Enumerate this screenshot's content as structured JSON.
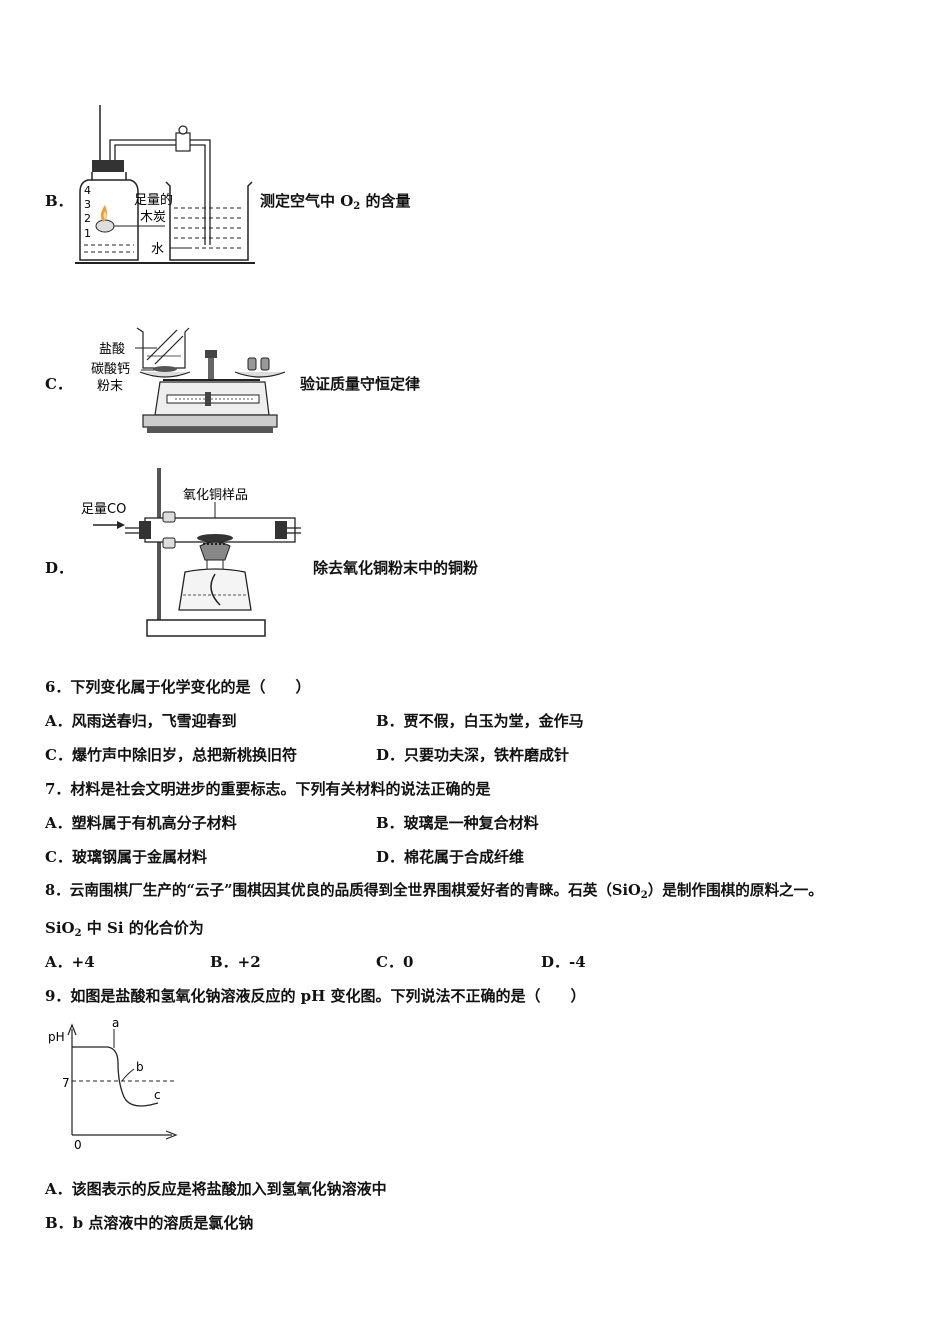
{
  "figures": {
    "B": {
      "label": "B．",
      "caption_pre": "测定空气中 O",
      "caption_sub": "2",
      "caption_post": " 的含量",
      "marks": [
        "4",
        "3",
        "2",
        "1"
      ],
      "text_charcoal_1": "足量的",
      "text_charcoal_2": "木炭",
      "text_water": "水"
    },
    "C": {
      "label": "C．",
      "caption": "验证质量守恒定律",
      "text_acid": "盐酸",
      "text_caco3_1": "碳酸钙",
      "text_caco3_2": "粉末"
    },
    "D": {
      "label": "D．",
      "caption": "除去氧化铜粉末中的铜粉",
      "text_co": "足量CO",
      "text_sample": "氧化铜样品"
    }
  },
  "questions": [
    {
      "stem": "6．下列变化属于化学变化的是（　　）",
      "options": [
        "A．风雨送春归，飞雪迎春到",
        "B．贾不假，白玉为堂，金作马",
        "C．爆竹声中除旧岁，总把新桃换旧符",
        "D．只要功夫深，铁杵磨成针"
      ]
    },
    {
      "stem": "7．材料是社会文明进步的重要标志。下列有关材料的说法正确的是",
      "options": [
        "A．塑料属于有机高分子材料",
        "B．玻璃是一种复合材料",
        "C．玻璃钢属于金属材料",
        "D．棉花属于合成纤维"
      ]
    },
    {
      "stem_pre": "8．云南围棋厂生产的“云子”围棋因其优良的品质得到全世界围棋爱好者的青睐。石英（SiO",
      "stem_sub": "2",
      "stem_post": "）是制作围棋的原料之一。",
      "stem2_pre": "SiO",
      "stem2_sub": "2",
      "stem2_post": " 中 Si 的化合价为",
      "options": [
        "A．+4",
        "B．+2",
        "C．0",
        "D．-4"
      ]
    },
    {
      "stem": "9．如图是盐酸和氢氧化钠溶液反应的 pH 变化图。下列说法不正确的是（　　）",
      "options": [
        "A．该图表示的反应是将盐酸加入到氢氧化钠溶液中",
        "B．b 点溶液中的溶质是氯化钠"
      ]
    }
  ],
  "ph_chart": {
    "ylabel": "pH",
    "y_tick": "7",
    "origin": "0",
    "point_labels": [
      "a",
      "b",
      "c"
    ]
  }
}
